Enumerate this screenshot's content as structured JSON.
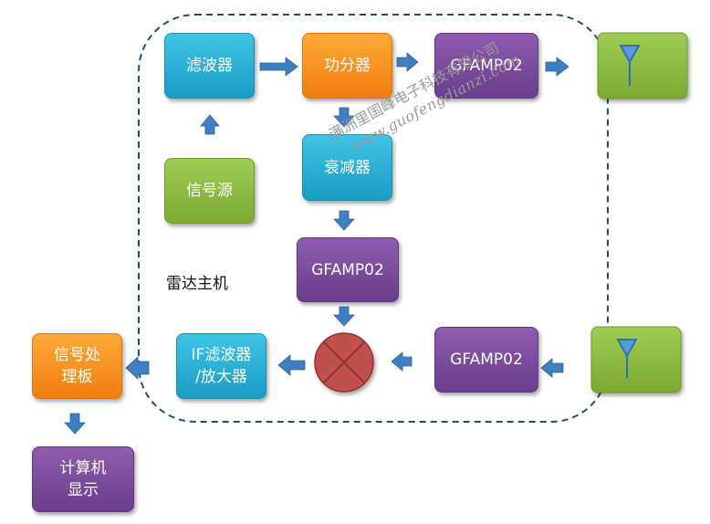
{
  "diagram": {
    "group_label": "雷达主机",
    "nodes": {
      "filter": "滤波器",
      "splitter": "功分器",
      "amp_tx": "GFAMP02",
      "signal_source": "信号源",
      "attenuator": "衰减器",
      "amp_mid": "GFAMP02",
      "amp_rx": "GFAMP02",
      "if_filter_amp": "IF滤波器\n/放大器",
      "signal_processing": "信号处\n理板",
      "computer_display": "计算机\n显示"
    },
    "watermark": {
      "company": "满洲里国峰电子科技有限公司",
      "url": "www.guofengdianzi.com"
    },
    "colors": {
      "cyan": "#29b2d8",
      "orange": "#f7921e",
      "purple": "#7b4b9c",
      "green": "#8cbb3f",
      "arrow": "#3f7ec0",
      "dashed_border": "#1f4e79",
      "mixer": "#c0504d"
    }
  }
}
